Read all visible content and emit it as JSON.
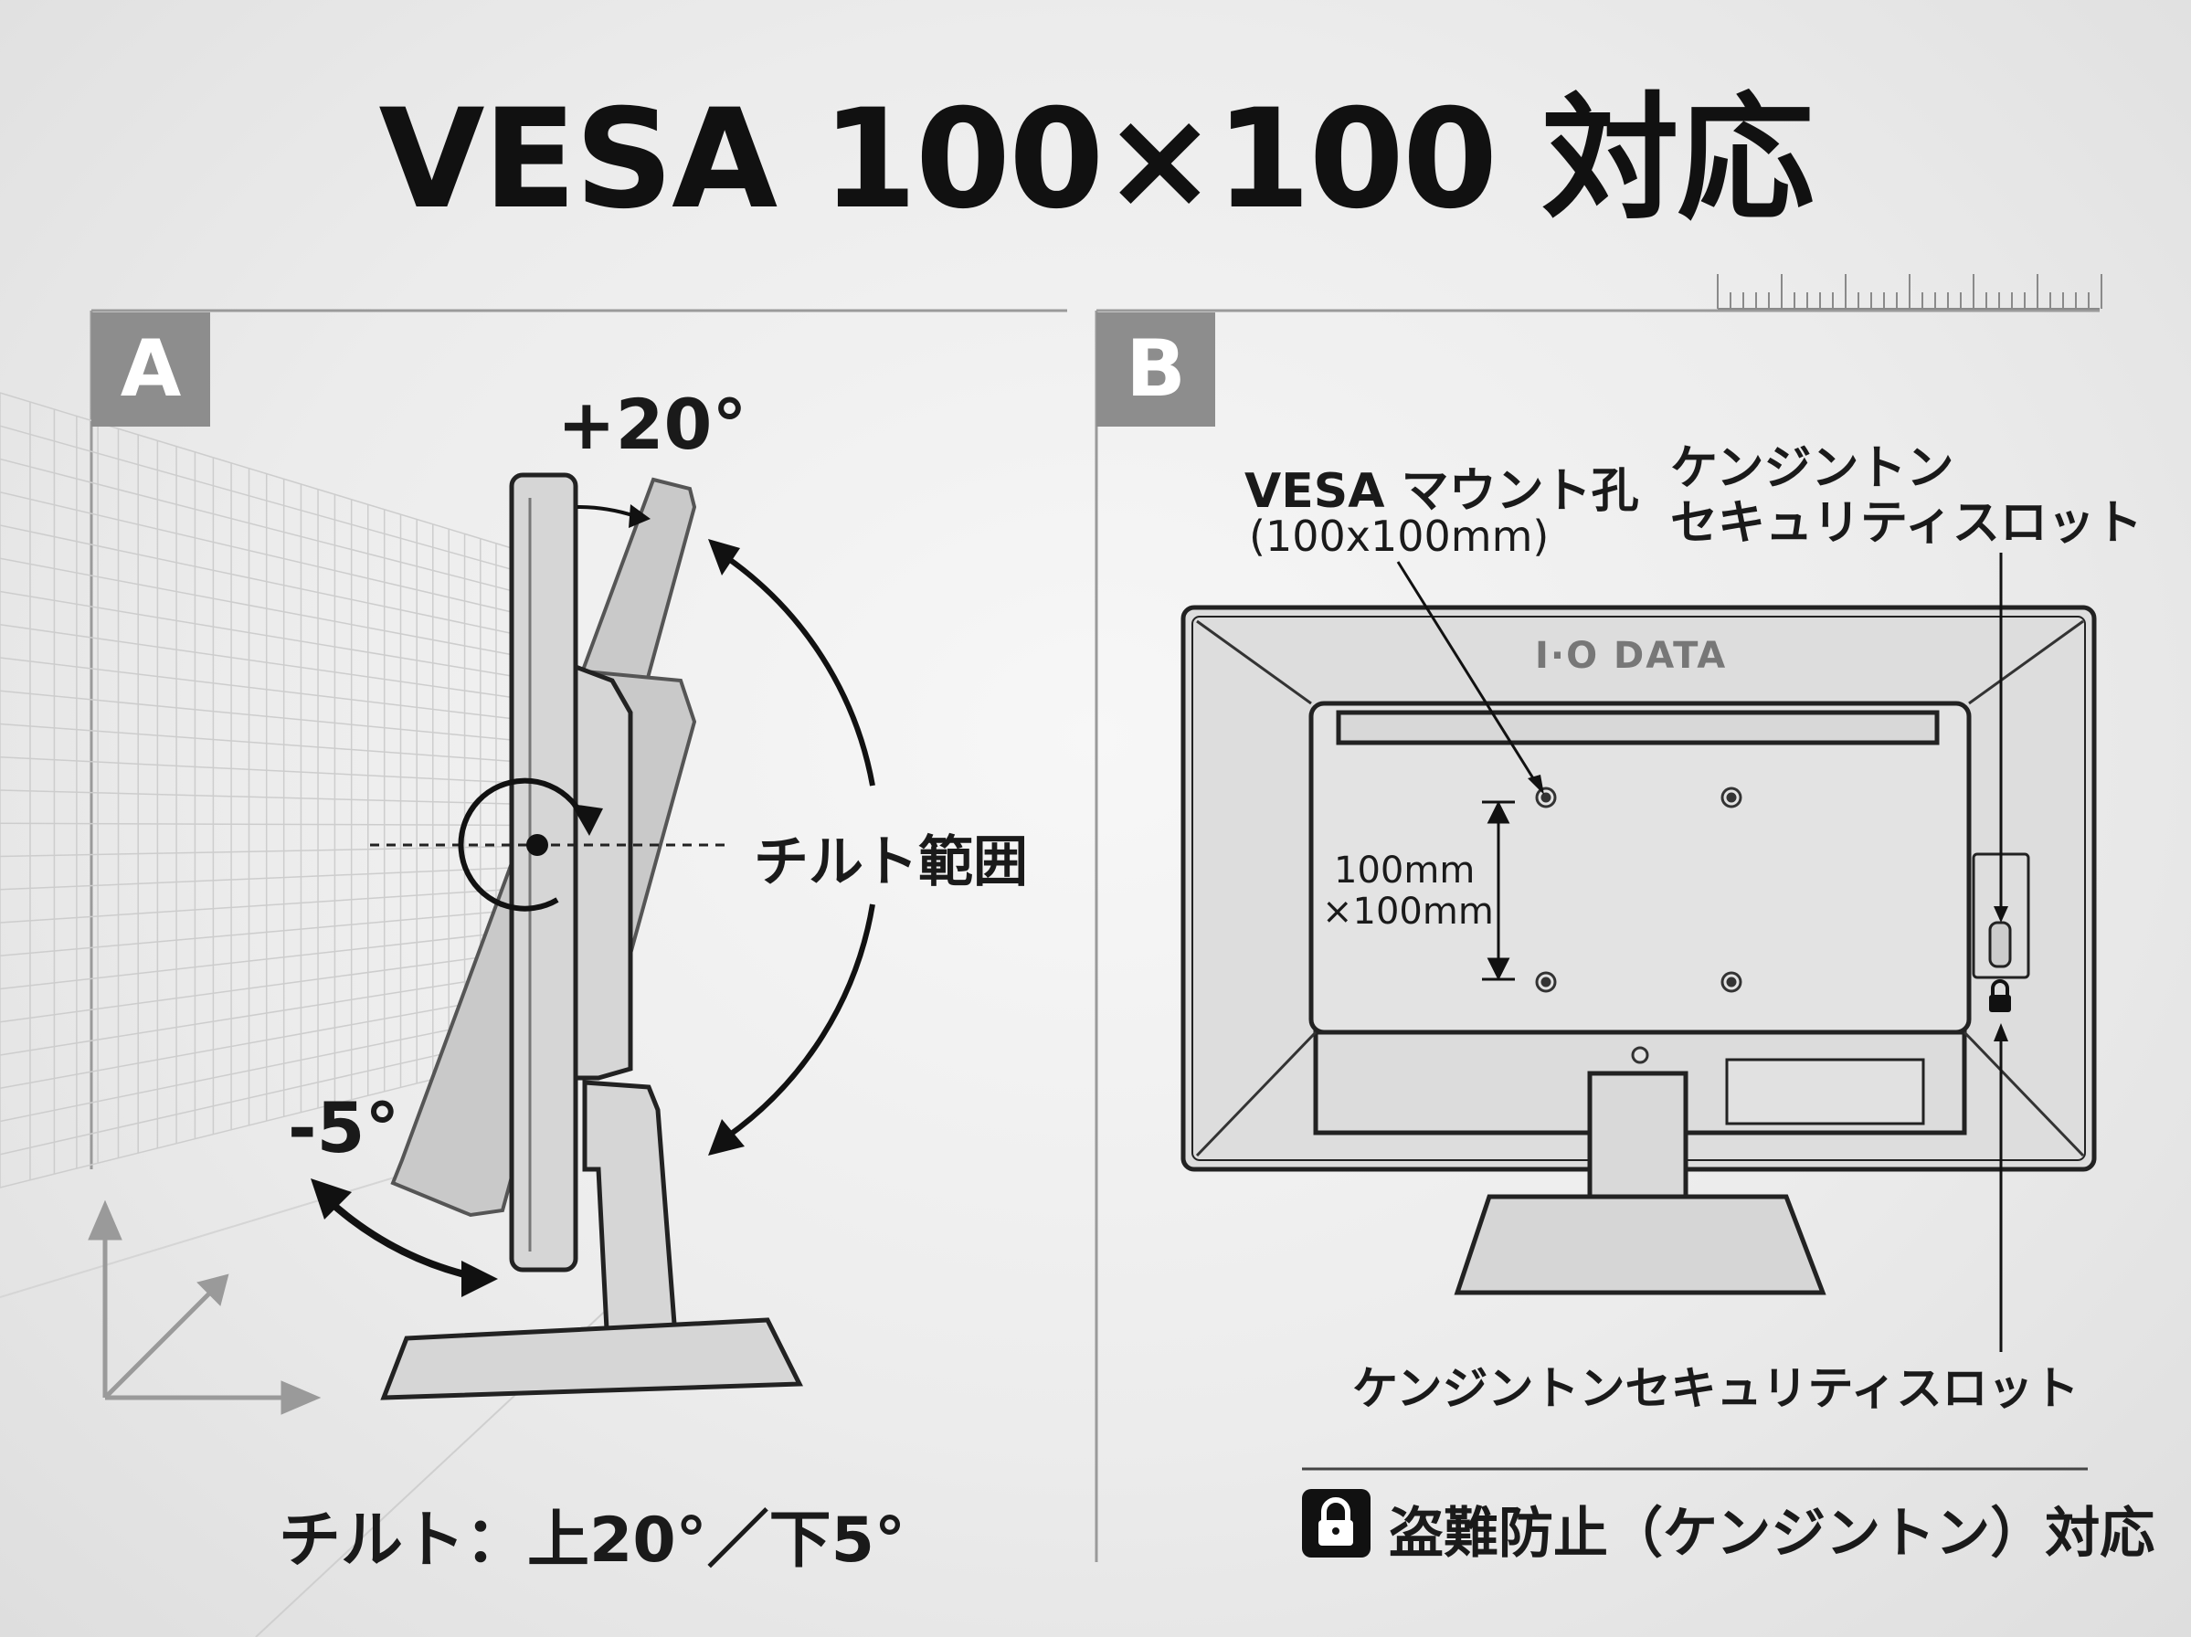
{
  "title": "VESA 100×100 対応",
  "panel_a": {
    "letter": "A",
    "tilt_up": "+20°",
    "tilt_down": "-5°",
    "tilt_range_label": "チルト範囲",
    "caption": "チルト：上20°／下5°"
  },
  "panel_b": {
    "letter": "B",
    "vesa_label_line1": "VESA マウント孔",
    "vesa_label_line2": "(100x100mm)",
    "kensington_label_line1": "ケンジントン",
    "kensington_label_line2": "セキュリティスロット",
    "brand": "I·O DATA",
    "dimension_line1": "100mm",
    "dimension_line2": "×100mm",
    "kensington_bottom_label": "ケンジントンセキュリティスロット",
    "caption": "盗難防止（ケンジントン）対応"
  },
  "icons": {
    "lock": "lock-icon",
    "axes": "axes-icon",
    "rotation": "rotation-arrow-icon"
  },
  "colors": {
    "panel_tag": "#8d8d8d",
    "line": "#1a1a1a",
    "background": "#ececec"
  }
}
